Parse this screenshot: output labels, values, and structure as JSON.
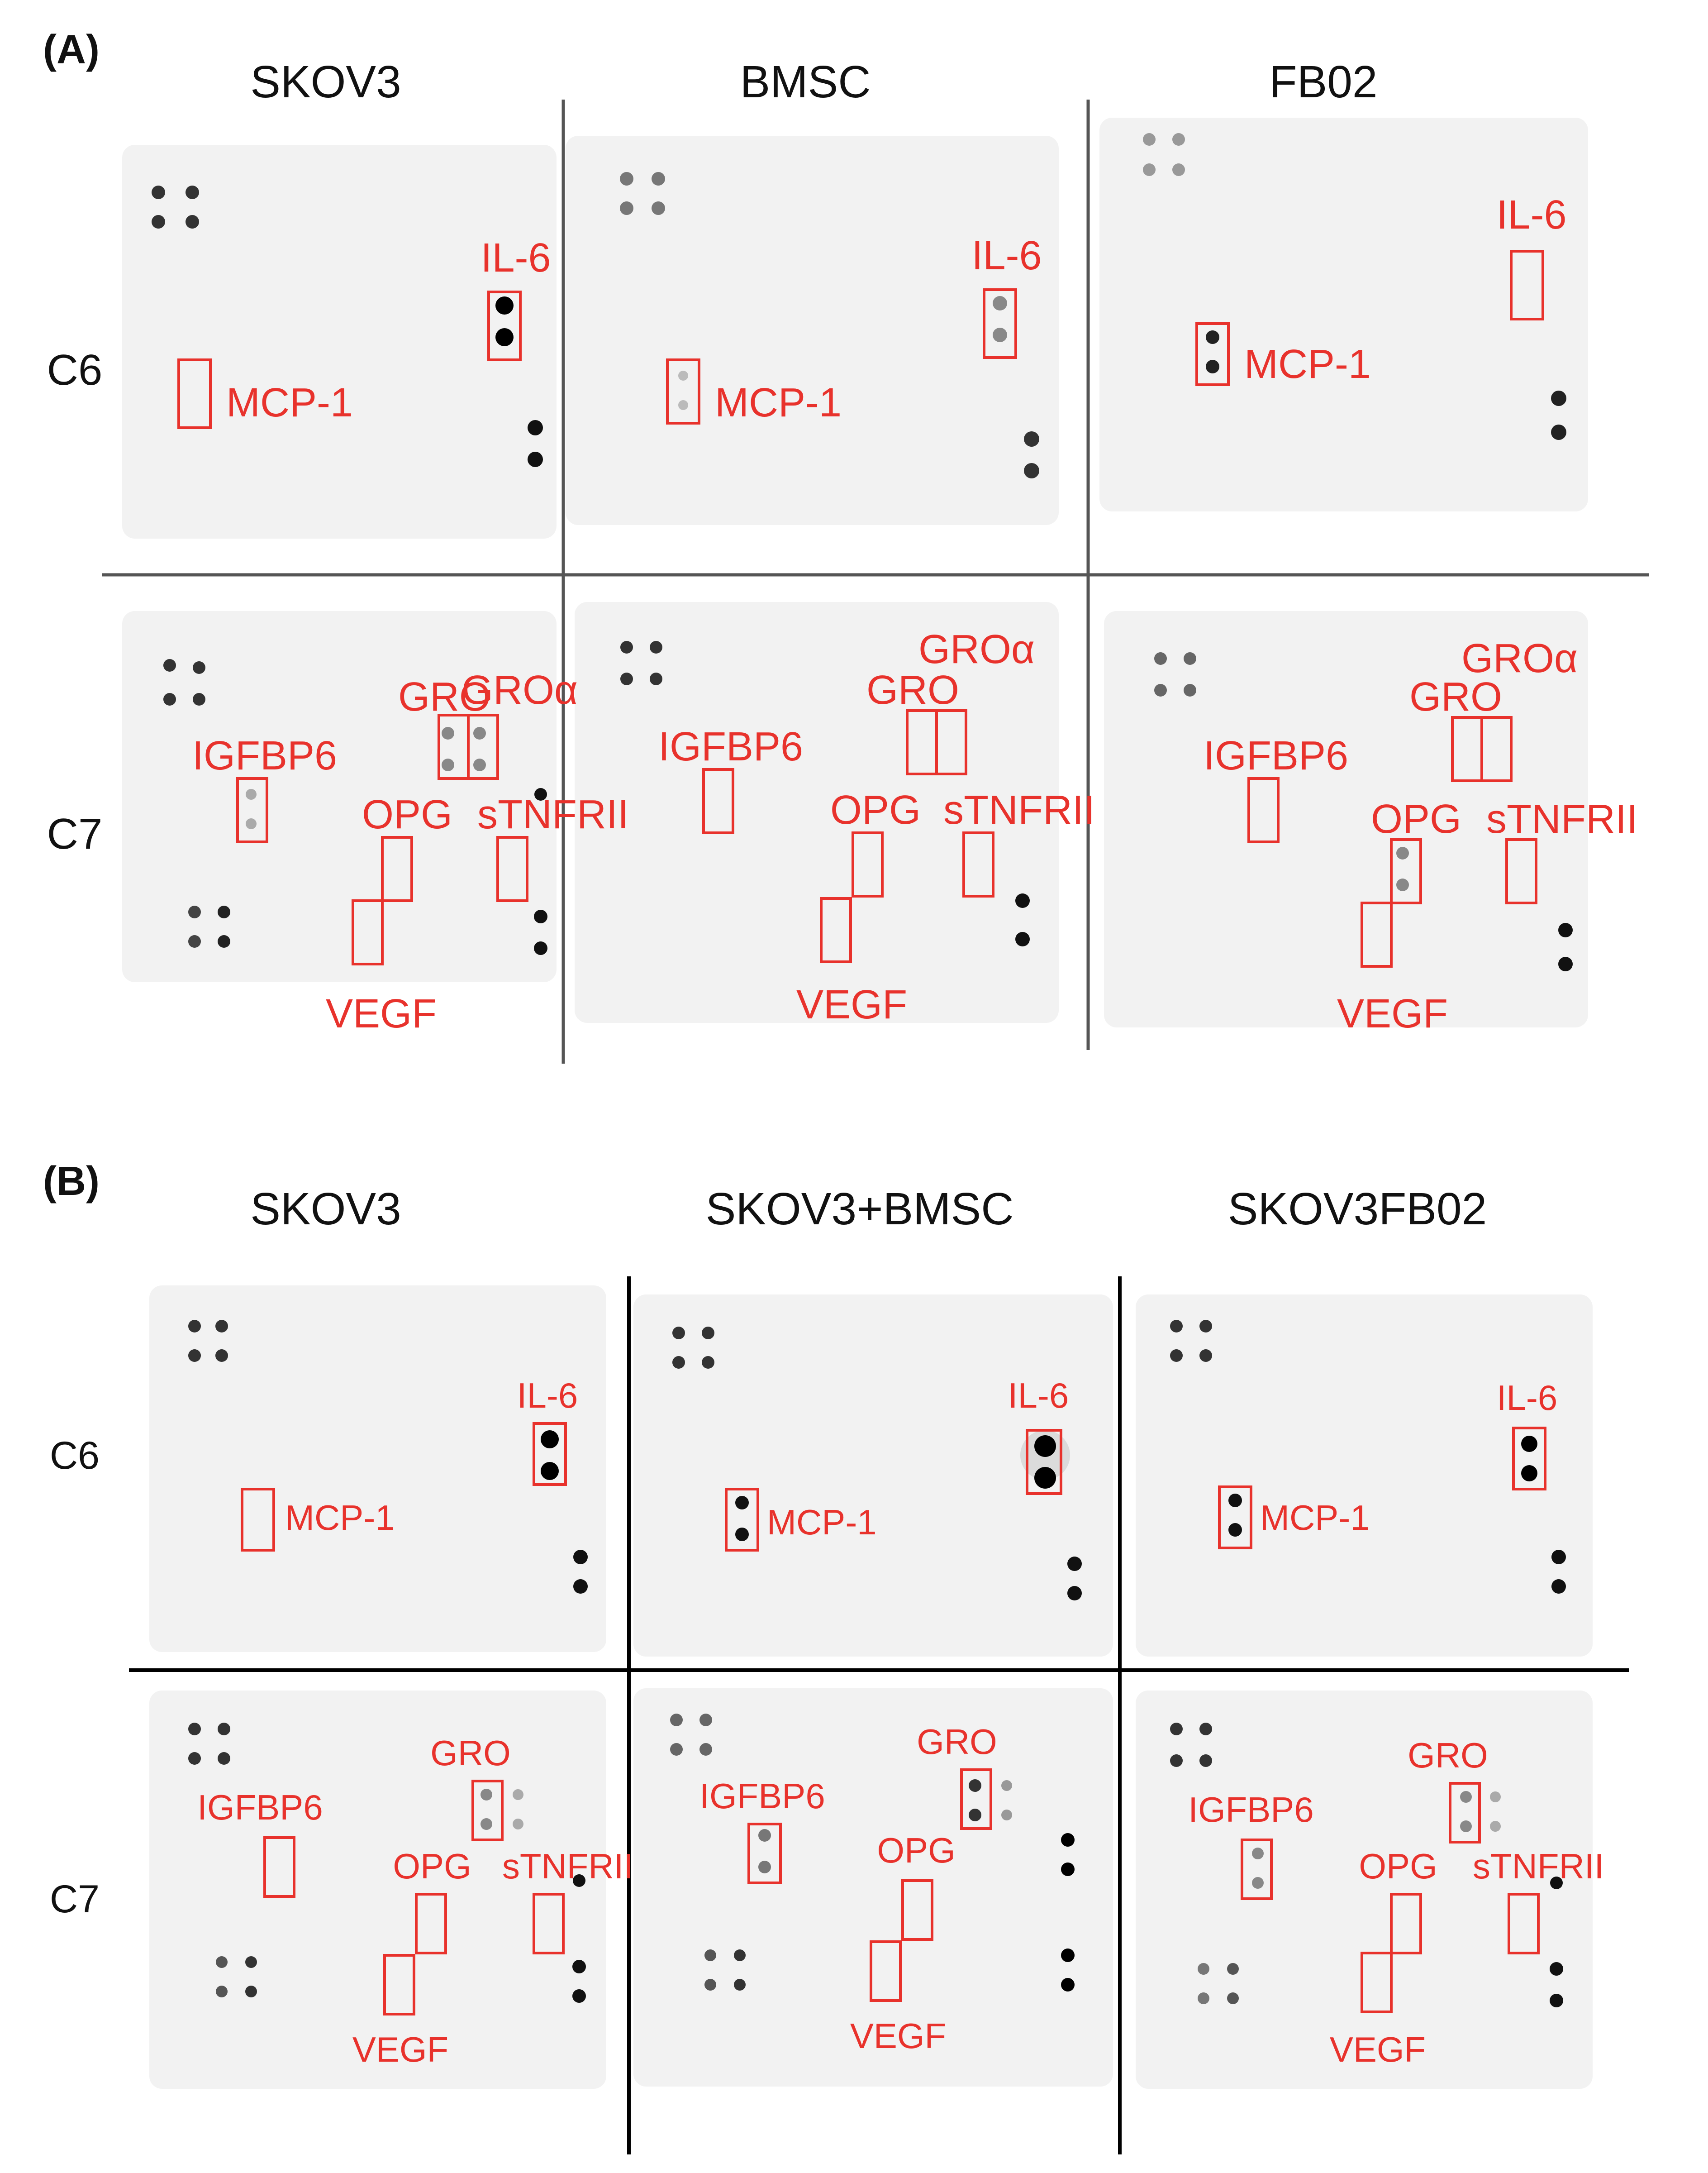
{
  "panel_a": {
    "label": "(A)",
    "columns": [
      "SKOV3",
      "BMSC",
      "FB02"
    ],
    "rows": [
      "C6",
      "C7"
    ],
    "c6_markers": [
      "IL-6",
      "MCP-1"
    ],
    "c7_markers": [
      "GROα",
      "GRO",
      "IGFBP6",
      "OPG",
      "sTNFRII",
      "VEGF"
    ]
  },
  "panel_b": {
    "label": "(B)",
    "columns": [
      "SKOV3",
      "SKOV3+BMSC",
      "SKOV3FB02"
    ],
    "rows": [
      "C6",
      "C7"
    ],
    "c6_markers": [
      "IL-6",
      "MCP-1"
    ],
    "c7_markers": [
      "GRO",
      "IGFBP6",
      "OPG",
      "sTNFRII",
      "VEGF"
    ]
  },
  "colors": {
    "annotation": "#e8322c",
    "divider": "#555555",
    "dot": "#111111"
  }
}
